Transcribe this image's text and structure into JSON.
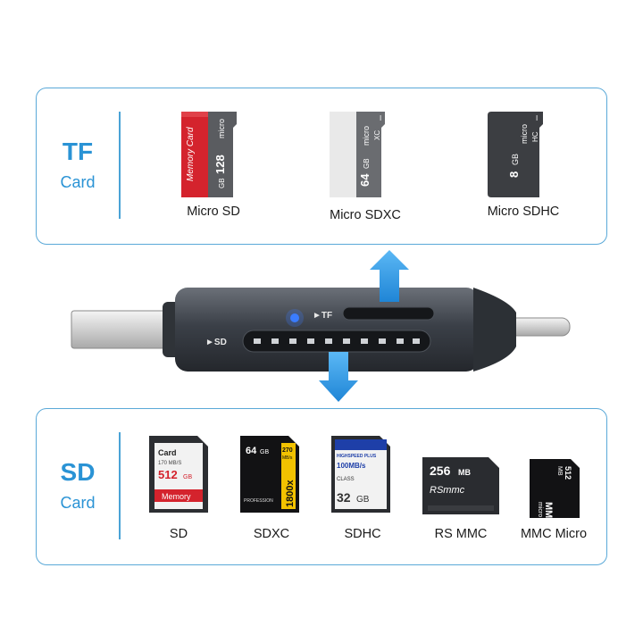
{
  "tf_section": {
    "title": "TF",
    "subtitle": "Card",
    "cards": [
      {
        "label": "Micro SD",
        "face_text": "Memory Card",
        "capacity": "128",
        "unit": "GB",
        "brand": "micro"
      },
      {
        "label": "Micro SDXC",
        "capacity": "64",
        "unit": "GB",
        "brand": "micro",
        "mark": "XC",
        "speed": "I"
      },
      {
        "label": "Micro SDHC",
        "capacity": "8",
        "unit": "GB",
        "brand": "micro",
        "mark": "HC",
        "speed": "I"
      }
    ]
  },
  "sd_section": {
    "title": "SD",
    "subtitle": "Card",
    "cards": [
      {
        "label": "SD",
        "top_text": "Card",
        "spec": "170 MB/S",
        "capacity": "512",
        "unit": "GB",
        "band_text": "Memory"
      },
      {
        "label": "SDXC",
        "capacity": "64",
        "unit": "GB",
        "speed_badge": "270",
        "speed_unit": "MB/s",
        "speed_big": "1800x",
        "brand_text": "PROFESSION"
      },
      {
        "label": "SDHC",
        "header_text": "HIGHSPEED PLUS",
        "speed": "100MB/s",
        "capacity": "32",
        "unit": "GB",
        "class": "CLASS"
      },
      {
        "label": "RS MMC",
        "capacity": "256",
        "unit": "MB",
        "brand": "RSmmc"
      },
      {
        "label": "MMC Micro",
        "brand": "MMC",
        "brand_sub": "micro",
        "capacity": "512",
        "unit": "MB"
      }
    ]
  },
  "reader": {
    "tf_slot_label": "►TF",
    "sd_slot_label": "►SD"
  },
  "colors": {
    "panel_border": "#5aa9d8",
    "title_blue": "#2a93d5",
    "arrow_blue": "#2f9be8",
    "reader_body": "#3b4048"
  }
}
